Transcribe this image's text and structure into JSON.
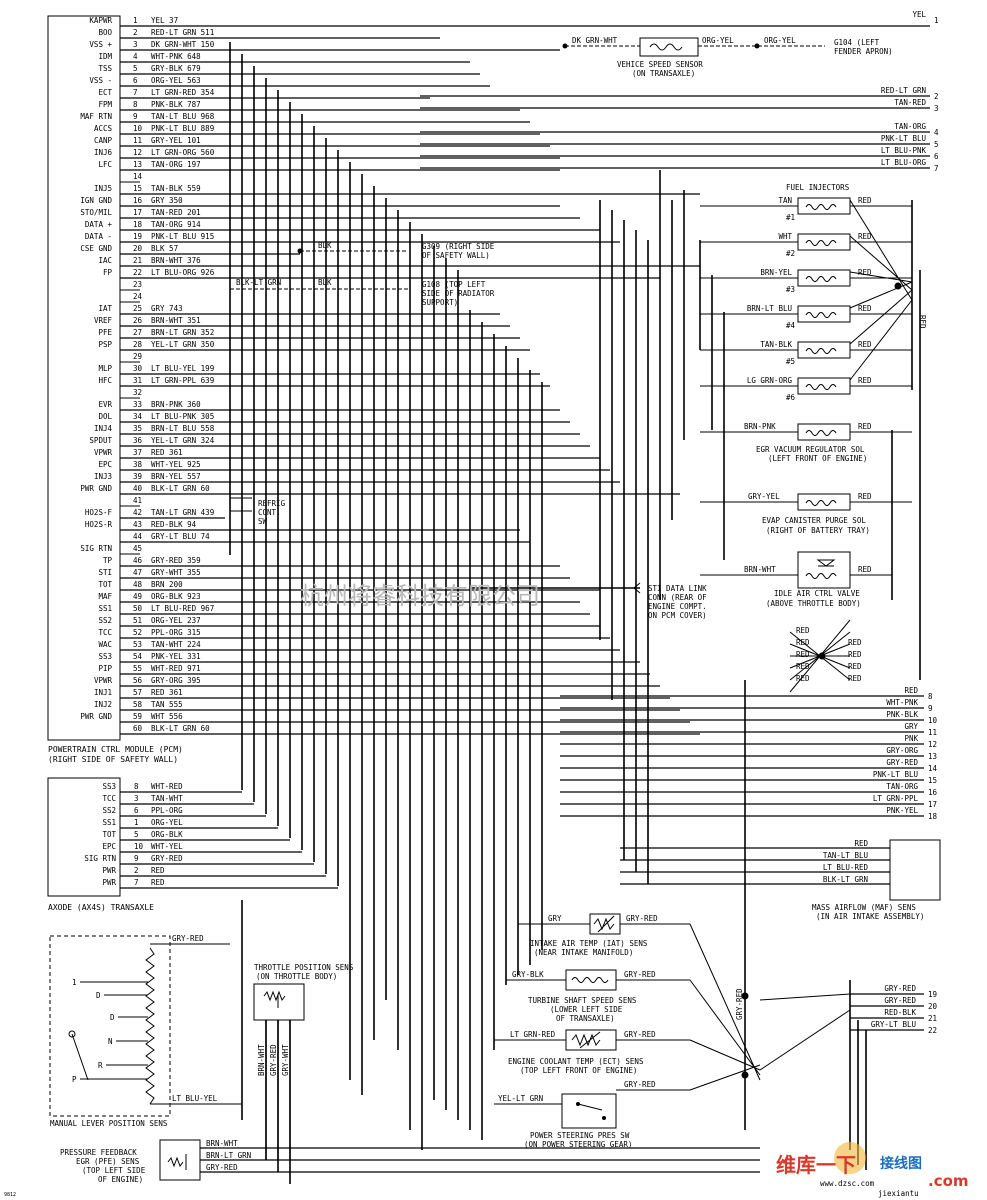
{
  "pcm": {
    "box_label_1": "POWERTRAIN CTRL MODULE (PCM)",
    "box_label_2": "(RIGHT SIDE OF SAFETY WALL)",
    "terminals": [
      {
        "n": "1",
        "wire": "YEL 37",
        "sig": "KAPWR"
      },
      {
        "n": "2",
        "wire": "RED-LT GRN 511",
        "sig": "BOO"
      },
      {
        "n": "3",
        "wire": "DK GRN-WHT 150",
        "sig": "VSS +"
      },
      {
        "n": "4",
        "wire": "WHT-PNK 648",
        "sig": "IDM"
      },
      {
        "n": "5",
        "wire": "GRY-BLK 679",
        "sig": "TSS"
      },
      {
        "n": "6",
        "wire": "ORG-YEL 563",
        "sig": "VSS -"
      },
      {
        "n": "7",
        "wire": "LT GRN-RED 354",
        "sig": "ECT"
      },
      {
        "n": "8",
        "wire": "PNK-BLK 787",
        "sig": "FPM"
      },
      {
        "n": "9",
        "wire": "TAN-LT BLU 968",
        "sig": "MAF RTN"
      },
      {
        "n": "10",
        "wire": "PNK-LT BLU 889",
        "sig": "ACCS"
      },
      {
        "n": "11",
        "wire": "GRY-YEL 101",
        "sig": "CANP"
      },
      {
        "n": "12",
        "wire": "LT GRN-ORG 560",
        "sig": "INJ6"
      },
      {
        "n": "13",
        "wire": "TAN-ORG 197",
        "sig": "LFC"
      },
      {
        "n": "14",
        "wire": "",
        "sig": ""
      },
      {
        "n": "15",
        "wire": "TAN-BLK 559",
        "sig": "INJ5"
      },
      {
        "n": "16",
        "wire": "GRY 350",
        "sig": "IGN GND"
      },
      {
        "n": "17",
        "wire": "TAN-RED 201",
        "sig": "STO/MIL"
      },
      {
        "n": "18",
        "wire": "TAN-ORG 914",
        "sig": "DATA +"
      },
      {
        "n": "19",
        "wire": "PNK-LT BLU 915",
        "sig": "DATA -"
      },
      {
        "n": "20",
        "wire": "BLK 57",
        "sig": "CSE GND"
      },
      {
        "n": "21",
        "wire": "BRN-WHT 376",
        "sig": "IAC"
      },
      {
        "n": "22",
        "wire": "LT BLU-ORG 926",
        "sig": "FP"
      },
      {
        "n": "23",
        "wire": "",
        "sig": ""
      },
      {
        "n": "24",
        "wire": "",
        "sig": ""
      },
      {
        "n": "25",
        "wire": "GRY 743",
        "sig": "IAT"
      },
      {
        "n": "26",
        "wire": "BRN-WHT 351",
        "sig": "VREF"
      },
      {
        "n": "27",
        "wire": "BRN-LT GRN 352",
        "sig": "PFE"
      },
      {
        "n": "28",
        "wire": "YEL-LT GRN 350",
        "sig": "PSP"
      },
      {
        "n": "29",
        "wire": "",
        "sig": ""
      },
      {
        "n": "30",
        "wire": "LT BLU-YEL 199",
        "sig": "MLP"
      },
      {
        "n": "31",
        "wire": "LT GRN-PPL 639",
        "sig": "HFC"
      },
      {
        "n": "32",
        "wire": "",
        "sig": ""
      },
      {
        "n": "33",
        "wire": "BRN-PNK 360",
        "sig": "EVR"
      },
      {
        "n": "34",
        "wire": "LT BLU-PNK 305",
        "sig": "DOL"
      },
      {
        "n": "35",
        "wire": "BRN-LT BLU 558",
        "sig": "INJ4"
      },
      {
        "n": "36",
        "wire": "YEL-LT GRN 324",
        "sig": "SPDUT"
      },
      {
        "n": "37",
        "wire": "RED 361",
        "sig": "VPWR"
      },
      {
        "n": "38",
        "wire": "WHT-YEL 925",
        "sig": "EPC"
      },
      {
        "n": "39",
        "wire": "BRN-YEL 557",
        "sig": "INJ3"
      },
      {
        "n": "40",
        "wire": "BLK-LT GRN 60",
        "sig": "PWR GND"
      },
      {
        "n": "41",
        "wire": "",
        "sig": ""
      },
      {
        "n": "42",
        "wire": "TAN-LT GRN 439",
        "sig": "HO2S-F"
      },
      {
        "n": "43",
        "wire": "RED-BLK 94",
        "sig": "HO2S-R"
      },
      {
        "n": "44",
        "wire": "GRY-LT BLU 74",
        "sig": ""
      },
      {
        "n": "45",
        "wire": "",
        "sig": "SIG RTN"
      },
      {
        "n": "46",
        "wire": "GRY-RED 359",
        "sig": "TP"
      },
      {
        "n": "47",
        "wire": "GRY-WHT 355",
        "sig": "STI"
      },
      {
        "n": "48",
        "wire": "BRN 200",
        "sig": "TOT"
      },
      {
        "n": "49",
        "wire": "ORG-BLK 923",
        "sig": "MAF"
      },
      {
        "n": "50",
        "wire": "LT BLU-RED 967",
        "sig": "SS1"
      },
      {
        "n": "51",
        "wire": "ORG-YEL 237",
        "sig": "SS2"
      },
      {
        "n": "52",
        "wire": "PPL-ORG 315",
        "sig": "TCC"
      },
      {
        "n": "53",
        "wire": "TAN-WHT 224",
        "sig": "WAC"
      },
      {
        "n": "54",
        "wire": "PNK-YEL 331",
        "sig": "SS3"
      },
      {
        "n": "55",
        "wire": "WHT-RED 971",
        "sig": "PIP"
      },
      {
        "n": "56",
        "wire": "GRY-ORG 395",
        "sig": "VPWR"
      },
      {
        "n": "57",
        "wire": "RED 361",
        "sig": "INJ1"
      },
      {
        "n": "58",
        "wire": "TAN 555",
        "sig": "INJ2"
      },
      {
        "n": "59",
        "wire": "WHT 556",
        "sig": "PWR GND"
      },
      {
        "n": "60",
        "wire": "BLK-LT GRN 60",
        "sig": ""
      }
    ]
  },
  "axode": {
    "box_label": "AXODE (AX4S) TRANSAXLE",
    "pins": [
      {
        "sig": "SS3",
        "n": "8",
        "wire": "WHT-RED"
      },
      {
        "sig": "TCC",
        "n": "3",
        "wire": "TAN-WHT"
      },
      {
        "sig": "SS2",
        "n": "6",
        "wire": "PPL-ORG"
      },
      {
        "sig": "SS1",
        "n": "1",
        "wire": "ORG-YEL"
      },
      {
        "sig": "TOT",
        "n": "5",
        "wire": "ORG-BLK"
      },
      {
        "sig": "EPC",
        "n": "10",
        "wire": "WHT-YEL"
      },
      {
        "sig": "SIG RTN",
        "n": "9",
        "wire": "GRY-RED"
      },
      {
        "sig": "PWR",
        "n": "2",
        "wire": "RED"
      },
      {
        "sig": "PWR",
        "n": "7",
        "wire": "RED"
      }
    ]
  },
  "components": {
    "vss": {
      "label1": "VEHICE SPEED SENSOR",
      "label2": "(ON TRANSAXLE)",
      "w_left": "DK GRN-WHT",
      "w_right": "ORG-YEL",
      "w_out": "ORG-YEL",
      "ground": "G104 (LEFT",
      "ground2": "FENDER APRON)"
    },
    "g309": {
      "wire": "BLK",
      "label1": "G309 (RIGHT SIDE",
      "label2": "OF SAFETY WALL)"
    },
    "g108": {
      "wire_a": "BLK-LT GRN",
      "wire_b": "BLK",
      "label1": "G108 (TOP LEFT",
      "label2": "SIDE OF RADIATOR",
      "label3": "SUPPORT)"
    },
    "injectors": {
      "title": "FUEL INJECTORS",
      "items": [
        {
          "wire": "TAN",
          "num": "#1",
          "red": "RED"
        },
        {
          "wire": "WHT",
          "num": "#2",
          "red": "RED"
        },
        {
          "wire": "BRN-YEL",
          "num": "#3",
          "red": "RED"
        },
        {
          "wire": "BRN-LT BLU",
          "num": "#4",
          "red": "RED"
        },
        {
          "wire": "TAN-BLK",
          "num": "#5",
          "red": "RED"
        },
        {
          "wire": "LG GRN-ORG",
          "num": "#6",
          "red": "RED"
        }
      ],
      "bus": "RED"
    },
    "egr": {
      "wire": "BRN-PNK",
      "red": "RED",
      "label1": "EGR VACUUM REGULATOR SOL",
      "label2": "(LEFT FRONT OF ENGINE)"
    },
    "evap": {
      "wire": "GRY-YEL",
      "red": "RED",
      "label1": "EVAP CANISTER PURGE SOL",
      "label2": "(RIGHT OF BATTERY TRAY)"
    },
    "iac": {
      "wire": "BRN-WHT",
      "red": "RED",
      "label1": "IDLE AIR CTRL VALVE",
      "label2": "(ABOVE THROTTLE BODY)"
    },
    "sti": {
      "label1": "STI DATA LINK",
      "label2": "CONN (REAR OF",
      "label3": "ENGINE COMPT.",
      "label4": "ON PCM COVER)"
    },
    "refrig": {
      "label1": "REFRIG",
      "label2": "CONT.",
      "label3": "SW"
    },
    "maf": {
      "label1": "MASS AIRFLOW (MAF) SENS",
      "label2": "(IN AIR INTAKE ASSEMBLY)",
      "wires": [
        "RED",
        "TAN-LT BLU",
        "LT BLU-RED",
        "BLK-LT GRN"
      ]
    },
    "iat": {
      "w_left": "GRY",
      "w_right": "GRY-RED",
      "label1": "INTAKE AIR TEMP (IAT) SENS",
      "label2": "(NEAR INTAKE MANIFOLD)"
    },
    "tss": {
      "w_left": "GRY-BLK",
      "w_right": "GRY-RED",
      "label1": "TURBINE SHAFT SPEED SENS",
      "label2": "(LOWER LEFT SIDE",
      "label3": "OF TRANSAXLE)"
    },
    "ect": {
      "w_left": "LT GRN-RED",
      "w_right": "GRY-RED",
      "label1": "ENGINE COOLANT TEMP (ECT) SENS",
      "label2": "(TOP LEFT FRONT OF ENGINE)"
    },
    "psp": {
      "w_left": "YEL-LT GRN",
      "w_right": "GRY-RED",
      "label1": "POWER STEERING PRES SW",
      "label2": "(ON POWER STEERING GEAR)"
    },
    "tps": {
      "label1": "THROTTLE POSITION SENS",
      "label2": "(ON THROTTLE BODY)",
      "wires": [
        "BRN-WHT",
        "GRY-RED",
        "GRY-WHT"
      ]
    },
    "mlp": {
      "label": "MANUAL LEVER POSITION SENS",
      "w_top": "GRY-RED",
      "w_bot": "LT BLU-YEL",
      "positions": [
        "1",
        "D",
        "D",
        "N",
        "R",
        "P"
      ]
    },
    "pfe": {
      "label1": "PRESSURE FEEDBACK",
      "label2": "EGR (PFE) SENS",
      "label3": "(TOP LEFT SIDE",
      "label4": "OF ENGINE)",
      "wires": [
        "BRN-WHT",
        "BRN-LT GRN",
        "GRY-RED"
      ]
    },
    "gry_red_vertical": "GRY-RED"
  },
  "right_connectors": {
    "a": [
      {
        "n": "1",
        "wire": "YEL"
      },
      {
        "n": "2",
        "wire": "RED-LT GRN"
      },
      {
        "n": "3",
        "wire": "TAN-RED"
      },
      {
        "n": "4",
        "wire": "TAN-ORG"
      },
      {
        "n": "5",
        "wire": "PNK-LT BLU"
      },
      {
        "n": "6",
        "wire": "LT BLU-PNK"
      },
      {
        "n": "7",
        "wire": "LT BLU-ORG"
      }
    ],
    "b": [
      {
        "n": "8",
        "wire": "RED"
      },
      {
        "n": "9",
        "wire": "WHT-PNK"
      },
      {
        "n": "10",
        "wire": "PNK-BLK"
      },
      {
        "n": "11",
        "wire": "GRY"
      },
      {
        "n": "12",
        "wire": "PNK"
      },
      {
        "n": "13",
        "wire": "GRY-ORG"
      },
      {
        "n": "14",
        "wire": "GRY-RED"
      },
      {
        "n": "15",
        "wire": "PNK-LT BLU"
      },
      {
        "n": "16",
        "wire": "TAN-ORG"
      },
      {
        "n": "17",
        "wire": "LT GRN-PPL"
      },
      {
        "n": "18",
        "wire": "PNK-YEL"
      }
    ],
    "c": [
      {
        "n": "19",
        "wire": "GRY-RED"
      },
      {
        "n": "20",
        "wire": "GRY-RED"
      },
      {
        "n": "21",
        "wire": "RED-BLK"
      },
      {
        "n": "22",
        "wire": "GRY-LT BLU"
      }
    ],
    "splice_labels": [
      "RED",
      "RED",
      "RED",
      "RED",
      "RED"
    ],
    "splice_labels_right": [
      "RED",
      "RED",
      "RED",
      "RED"
    ]
  },
  "watermarks": {
    "center": "杭州将睿科技有限公司",
    "corner_cn": "维库一下",
    "corner_site": "www.dzsc.com",
    "corner_cn2": "接线图",
    "corner_com": ".com",
    "corner_site2": "jiexiantu",
    "tag": "9812"
  }
}
